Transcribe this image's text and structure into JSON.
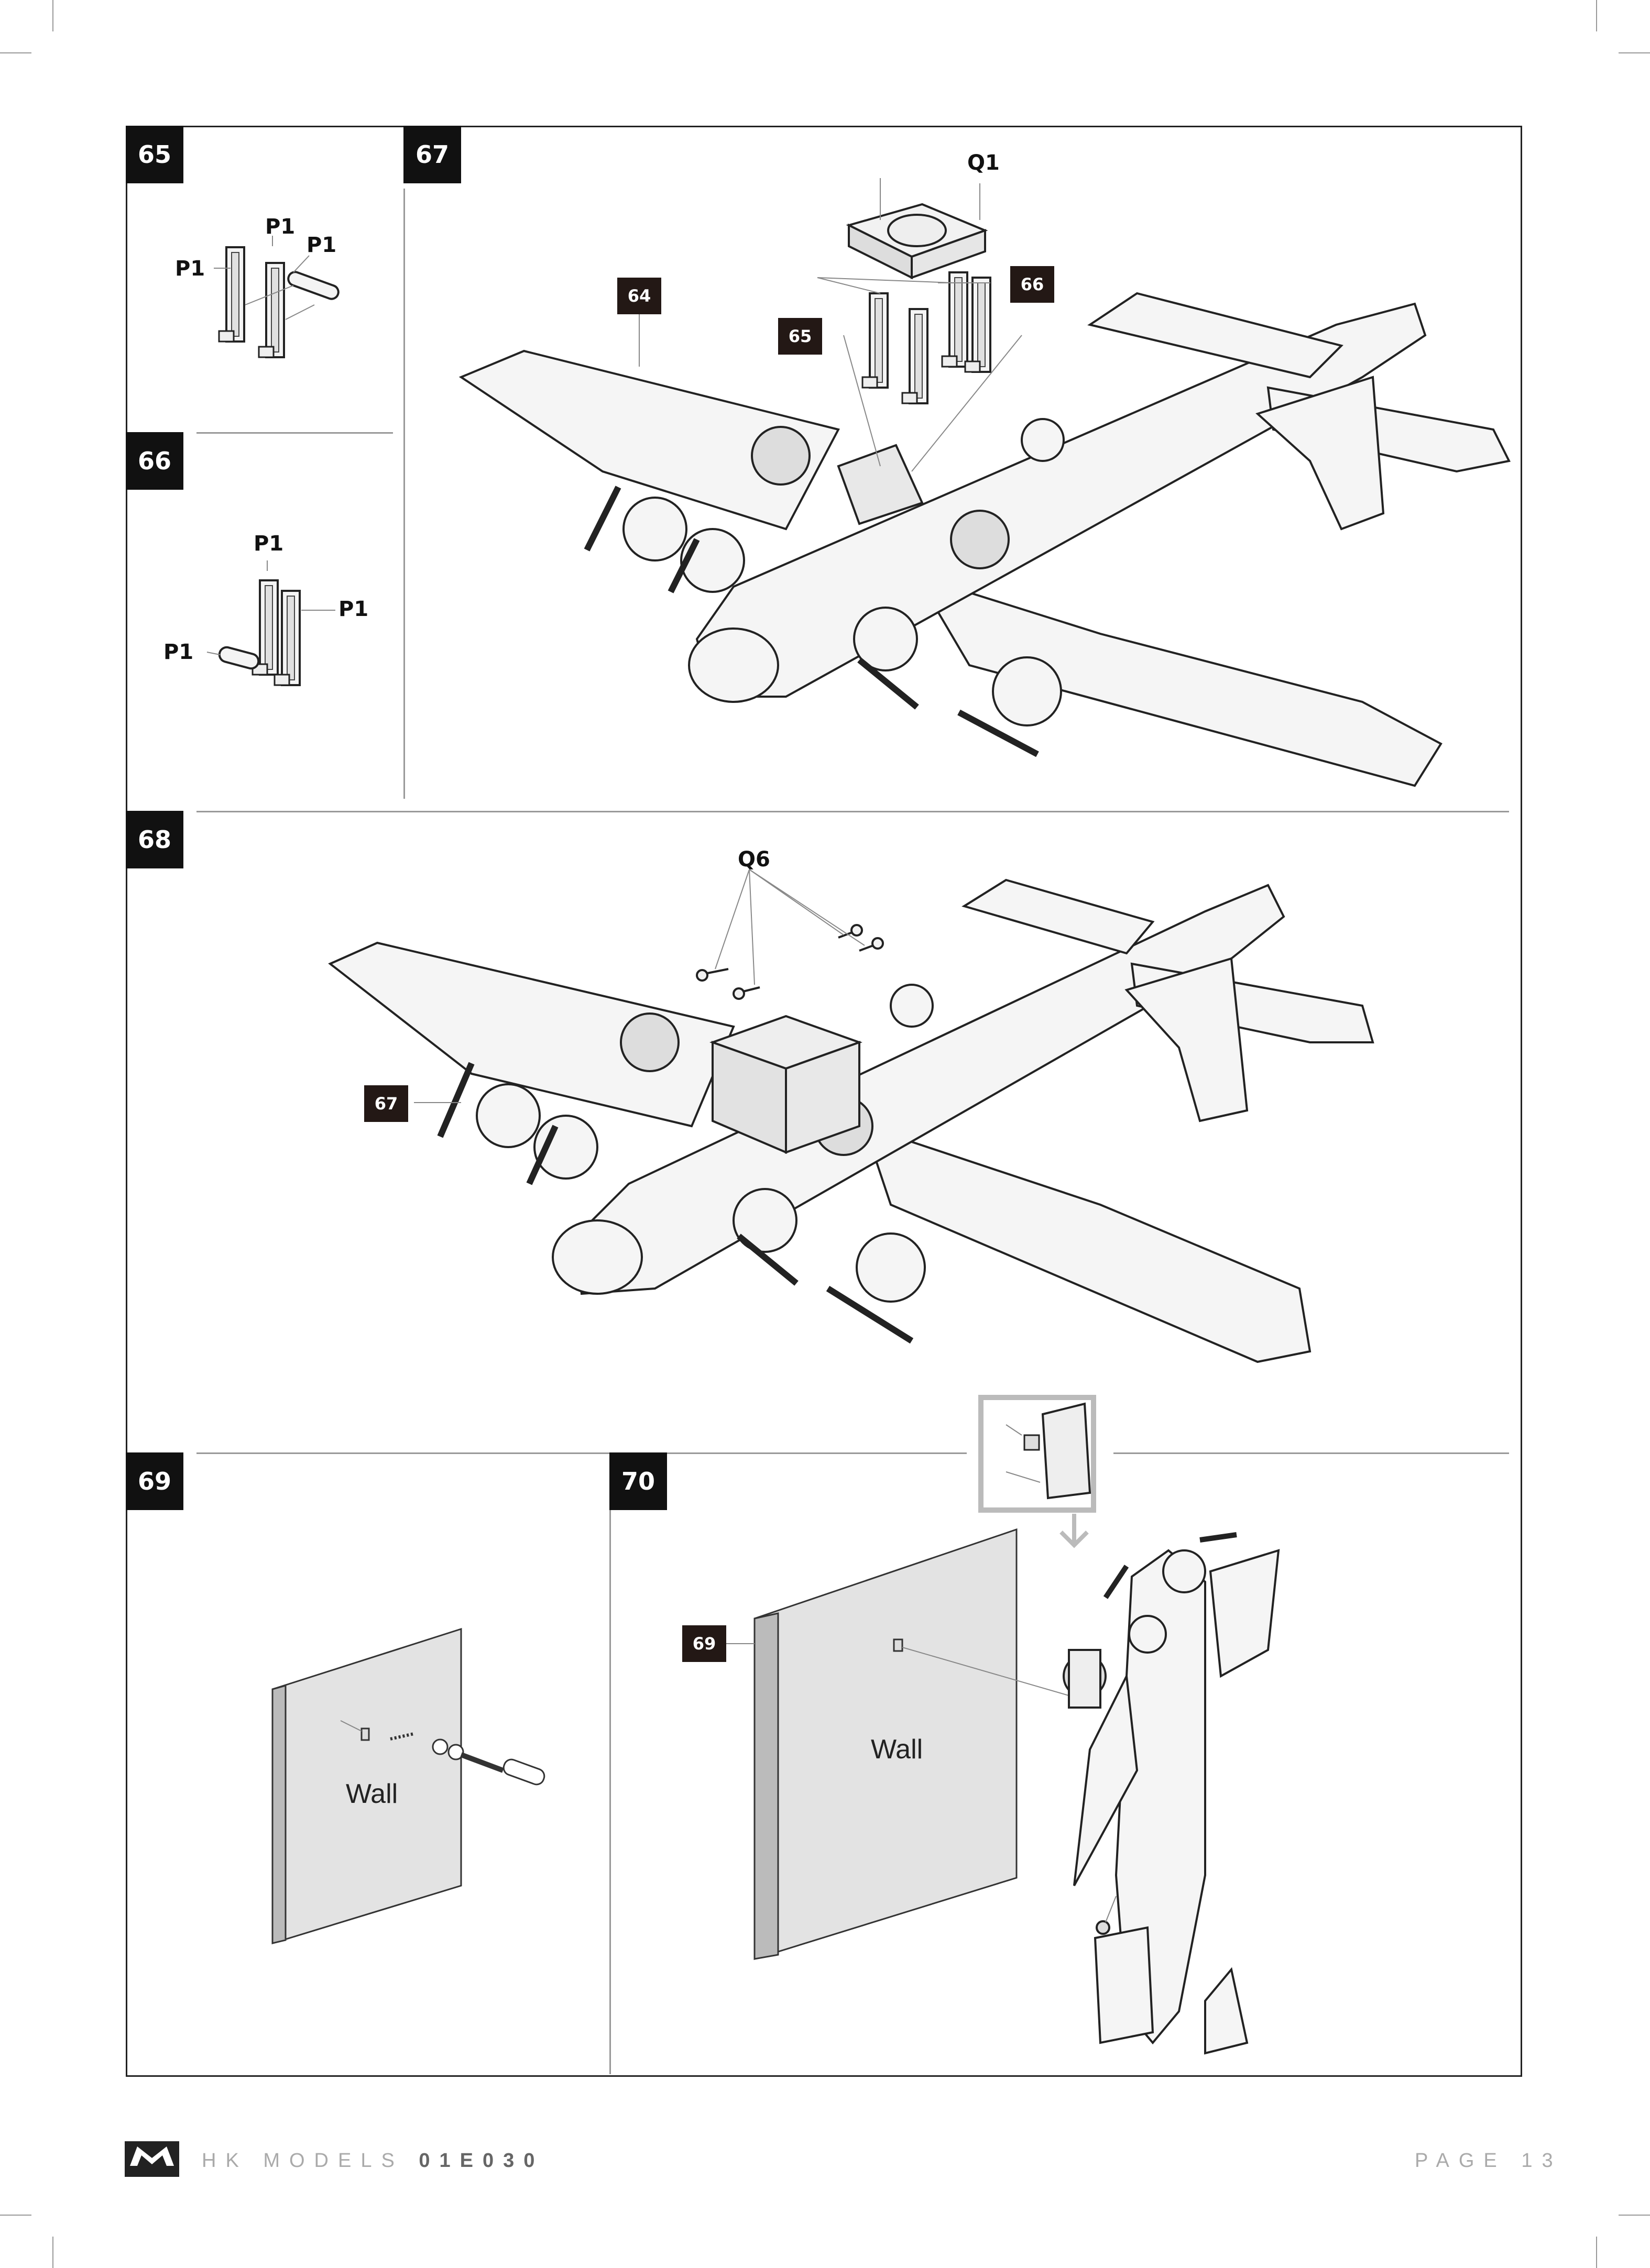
{
  "steps": {
    "s65": "65",
    "s66": "66",
    "s67": "67",
    "s68": "68",
    "s69": "69",
    "s70": "70"
  },
  "parts": {
    "p1": "P1",
    "q1": "Q1",
    "q6": "Q6"
  },
  "refs": {
    "r64": "64",
    "r65": "65",
    "r66": "66",
    "r67": "67",
    "r69": "69"
  },
  "wall_label": "Wall",
  "footer": {
    "brand": "HK MODELS",
    "code": "01E030",
    "page": "PAGE 13",
    "logo_text": "HK MODELS"
  }
}
